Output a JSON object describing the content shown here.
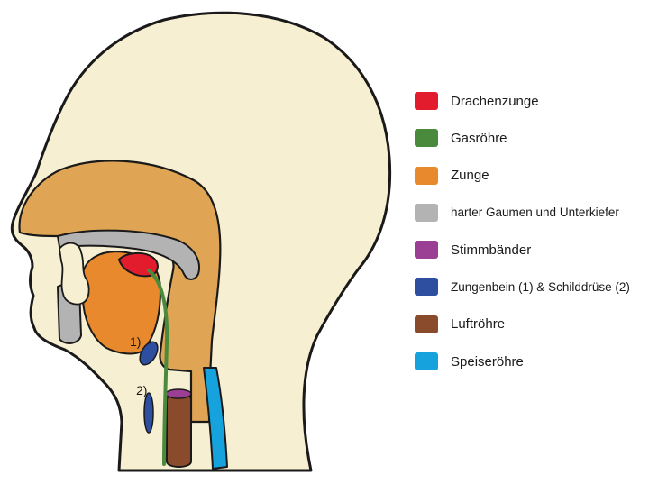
{
  "legend": {
    "items": [
      {
        "label": "Drachenzunge",
        "color": "#e31c2d"
      },
      {
        "label": "Gasröhre",
        "color": "#4a8a3c"
      },
      {
        "label": "Zunge",
        "color": "#e8892d"
      },
      {
        "label": "harter Gaumen und Unterkiefer",
        "color": "#b3b3b3"
      },
      {
        "label": "Stimmbänder",
        "color": "#9b3f95"
      },
      {
        "label": "Zungenbein (1) & Schilddrüse (2)",
        "color": "#2e4ea0"
      },
      {
        "label": "Luftröhre",
        "color": "#8a4b2c"
      },
      {
        "label": "Speiseröhre",
        "color": "#16a3dd"
      }
    ]
  },
  "callouts": {
    "hyoid": "1)",
    "thyroid": "2)"
  },
  "colors": {
    "skin": "#f7efd1",
    "soft_tissue": "#e0a554",
    "outline": "#1a1a1a"
  }
}
